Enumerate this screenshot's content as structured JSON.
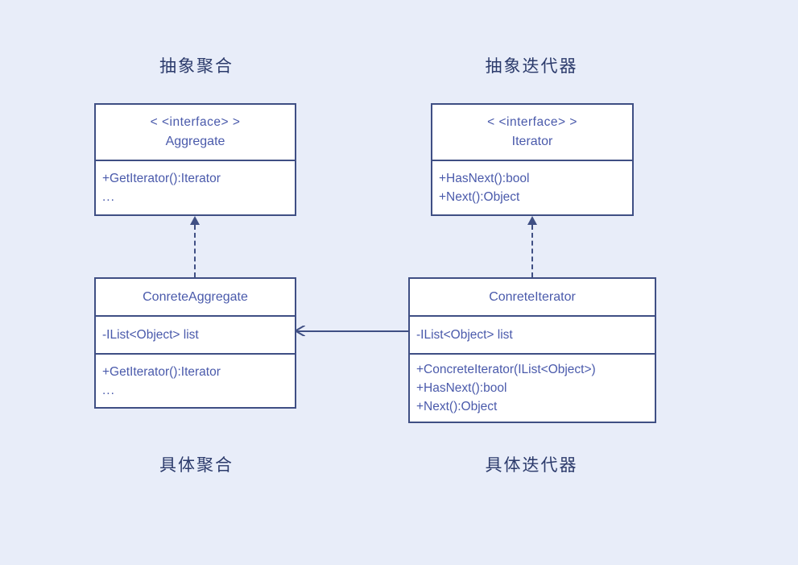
{
  "diagram": {
    "title_top_left": "抽象聚合",
    "title_top_right": "抽象迭代器",
    "title_bottom_left": "具体聚合",
    "title_bottom_right": "具体迭代器",
    "colors": {
      "background": "#e8edf9",
      "border": "#3f4f84",
      "text": "#4a5aab",
      "caption_text": "#2b3a6b",
      "box_fill": "#ffffff"
    }
  },
  "classes": {
    "aggregate": {
      "stereotype": "< <interface> >",
      "name": "Aggregate",
      "members": [
        "+GetIterator():Iterator",
        "..."
      ]
    },
    "iterator": {
      "stereotype": "< <interface> >",
      "name": "Iterator",
      "members": [
        "+HasNext():bool",
        "+Next():Object"
      ]
    },
    "concrete_aggregate": {
      "name": "ConreteAggregate",
      "attributes": [
        "-IList<Object> list"
      ],
      "methods": [
        "+GetIterator():Iterator",
        "..."
      ]
    },
    "concrete_iterator": {
      "name": "ConreteIterator",
      "attributes": [
        "-IList<Object> list"
      ],
      "methods": [
        "+ConcreteIterator(IList<Object>)",
        "+HasNext():bool",
        "+Next():Object"
      ]
    }
  },
  "relationships": [
    {
      "name": "realization-aggregate",
      "from": "ConreteAggregate",
      "to": "Aggregate",
      "style": "dashed",
      "arrow": "closed-triangle"
    },
    {
      "name": "realization-iterator",
      "from": "ConreteIterator",
      "to": "Iterator",
      "style": "dashed",
      "arrow": "closed-triangle"
    },
    {
      "name": "association-iterator-to-aggregate",
      "from": "ConreteIterator",
      "to": "ConreteAggregate",
      "style": "solid",
      "arrow": "open-arrow"
    }
  ]
}
